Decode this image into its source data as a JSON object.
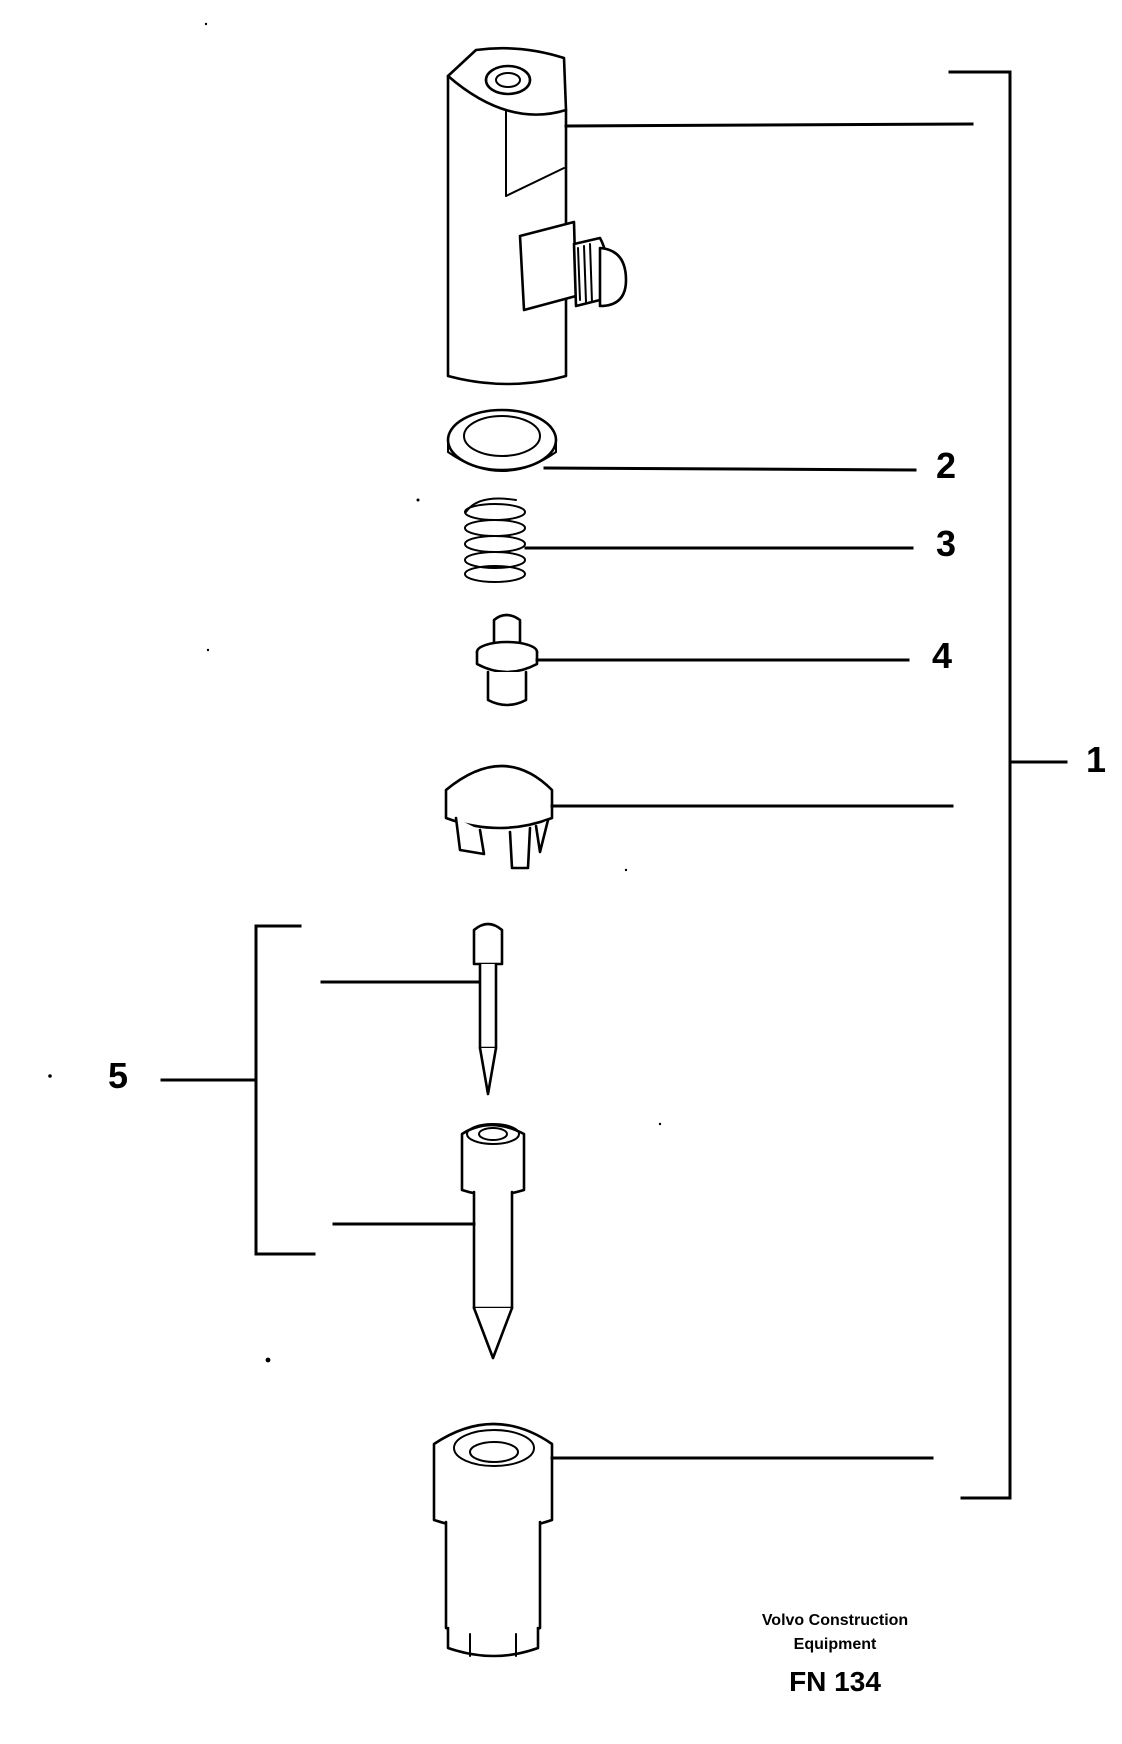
{
  "callouts": {
    "c1": "1",
    "c2": "2",
    "c3": "3",
    "c4": "4",
    "c5": "5"
  },
  "footer": {
    "company_line1": "Volvo Construction",
    "company_line2": "Equipment",
    "figure_code": "FN 134"
  },
  "colors": {
    "ink": "#000000",
    "paper": "#ffffff"
  }
}
